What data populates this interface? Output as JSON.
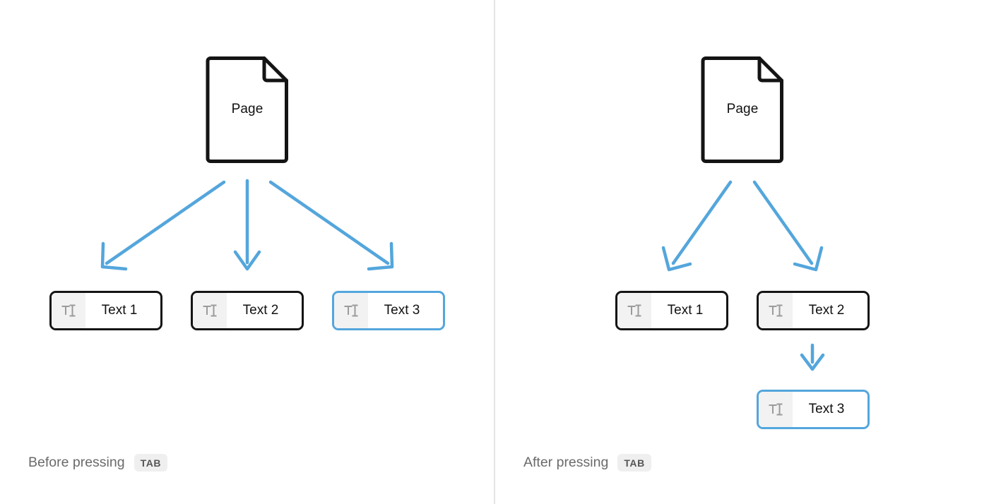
{
  "diagram": {
    "accent_blue": "#54a6dc",
    "outline_black": "#141414",
    "icon_gray": "#9b9b9b",
    "icon_cell_bg": "#f2f2f2",
    "divider_color": "#e4e4e4",
    "caption_color": "#6a6a6a",
    "badge_bg": "#efefef"
  },
  "panels": [
    {
      "id": "before",
      "caption_text": "Before pressing",
      "caption_key": "TAB",
      "page": {
        "label": "Page"
      },
      "nodes": [
        {
          "label": "Text 1",
          "icon": "text-tool-icon",
          "selected": false
        },
        {
          "label": "Text 2",
          "icon": "text-tool-icon",
          "selected": false
        },
        {
          "label": "Text 3",
          "icon": "text-tool-icon",
          "selected": true
        }
      ]
    },
    {
      "id": "after",
      "caption_text": "After pressing",
      "caption_key": "TAB",
      "page": {
        "label": "Page"
      },
      "nodes": [
        {
          "label": "Text 1",
          "icon": "text-tool-icon",
          "selected": false
        },
        {
          "label": "Text 2",
          "icon": "text-tool-icon",
          "selected": false
        },
        {
          "label": "Text 3",
          "icon": "text-tool-icon",
          "selected": true
        }
      ]
    }
  ]
}
